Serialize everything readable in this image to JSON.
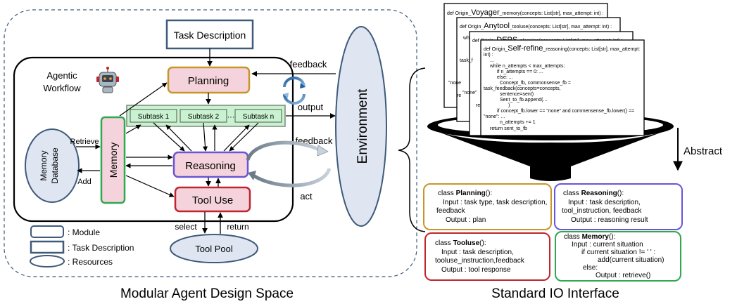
{
  "left_panel": {
    "title": "Modular Agent Design Space",
    "task_description": "Task Description",
    "agentic_workflow_line1": "Agentic",
    "agentic_workflow_line2": "Workflow",
    "planning": "Planning",
    "reasoning": "Reasoning",
    "tool_use": "Tool Use",
    "memory": "Memory",
    "memory_database_line1": "Memory",
    "memory_database_line2": "Database",
    "tool_pool": "Tool Pool",
    "subtasks": [
      "Subtask 1",
      "Subtask 2",
      "Subtask n"
    ],
    "subtask_ellipsis": "···",
    "labels": {
      "feedback_top": "feedback",
      "output": "output",
      "feedback_mid": "feedback",
      "act": "act",
      "retrieve": "Retrieve",
      "add": "Add",
      "select": "select",
      "return": "return"
    },
    "legend": [
      {
        "shape": "module",
        "text": ": Module"
      },
      {
        "shape": "task",
        "text": ": Task Description"
      },
      {
        "shape": "resource",
        "text": ": Resources"
      }
    ],
    "environment": "Environment",
    "colors": {
      "planning_border": "#c9952a",
      "reasoning_border": "#6a55d6",
      "tooluse_border": "#c0252d",
      "memory_border": "#2fa84f",
      "module_fill": "#f5d3dc",
      "subtask_fill": "#c9f3d0",
      "task_border": "#3f5a7a"
    }
  },
  "right_panel": {
    "title": "Standard IO Interface",
    "abstract_label": "Abstract",
    "code_headers": [
      {
        "pre": "def Origin_",
        "name": "Voyager",
        "post": "_memory(concepts: List[str], max_attempt: int) :"
      },
      {
        "pre": "def Origin_",
        "name": "Anytool",
        "post": "_tooluse(concepts: List[str], max_attempt: int) :"
      },
      {
        "pre": "def Origin_",
        "name": "DEPS",
        "post": "_planning(concepts: List[str], max_attempt: int) :"
      },
      {
        "pre": "def Origin_",
        "name": "Self-refine",
        "post": "_reasoning(concepts: List[str], max_attempt:"
      }
    ],
    "code_lines": [
      "int) :",
      "...",
      "while n_attempts < max_attempts:",
      "if n_attempts == 0:  ...",
      "else:  ...",
      "Concept_fb, commonsense_fb =",
      "task_feedback(concepts=concepts,",
      "sentence=sent)",
      "Sent_to_fb.append(...",
      ")",
      "if concept_fb.lower == \"none\" and commensense_fb.lower() ==",
      "\"none\":  ...",
      "n_attempts += 1",
      "return sent_to_fb"
    ],
    "code_bg_fragments": [
      "wh",
      "task_f",
      "\"none",
      "re",
      "r",
      "\"none\"",
      "re"
    ],
    "classes": {
      "planning": {
        "pre": "class ",
        "name": "Planning",
        "post": "():",
        "lines": [
          "Input : task type, task description,",
          "feedback",
          "Output : plan"
        ]
      },
      "reasoning": {
        "pre": "class ",
        "name": "Reasoning",
        "post": "():",
        "lines": [
          "Input : task description,",
          "tool_instruction, feedback",
          "Output : reasoning result"
        ]
      },
      "tooluse": {
        "pre": "class ",
        "name": "Tooluse",
        "post": "():",
        "lines": [
          "Input : task description,",
          "tooluse_instruction,feedback",
          "Output : tool response"
        ]
      },
      "memory": {
        "pre": "class ",
        "name": "Memory",
        "post": "():",
        "lines": [
          "Input : current situation",
          "if current situation != ' ' :",
          "add(current situation)",
          "else:",
          "Output : retrieve()"
        ]
      }
    }
  }
}
